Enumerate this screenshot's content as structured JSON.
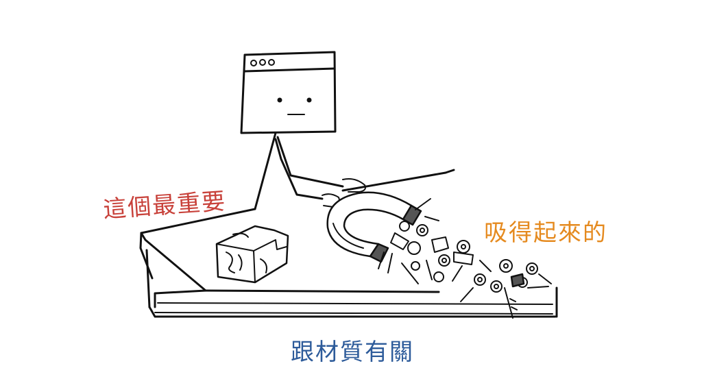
{
  "labels": {
    "important": "這個最重要",
    "attracted": "吸得起來的",
    "material": "跟材質有關"
  },
  "colors": {
    "important": "#c8413a",
    "attracted": "#e58a1f",
    "material": "#2d5b9a",
    "ink": "#111111"
  },
  "icons": [
    "browser-head-icon",
    "table-icon",
    "wooden-block-icon",
    "magnet-icon",
    "metal-hardware-icon"
  ]
}
